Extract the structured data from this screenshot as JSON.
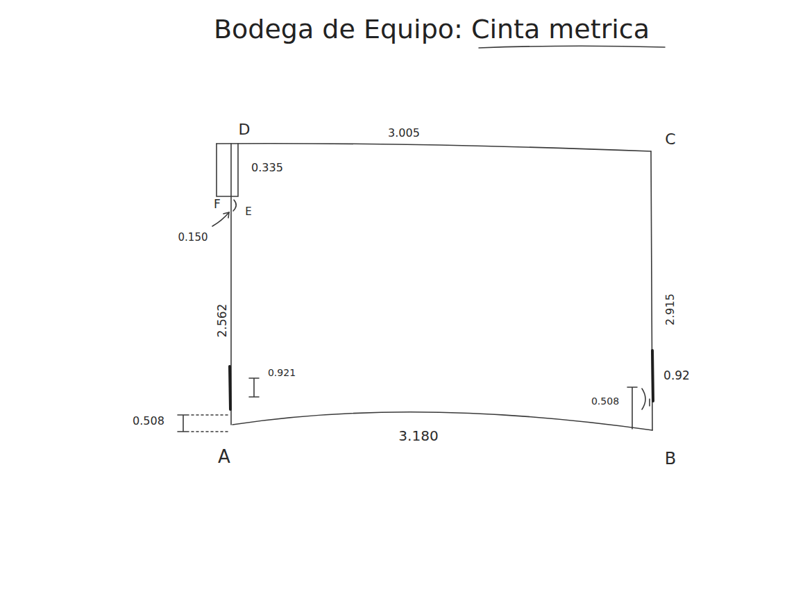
{
  "diagram": {
    "title": "Bodega de Equipo: Cinta metrica",
    "labels": [
      "D",
      "3.005",
      "C",
      "0.335",
      "F",
      "E",
      "0.150",
      "2.562",
      "0.921",
      "0.508",
      "A",
      "3.180",
      "B",
      "2.915",
      "0.92",
      "0.508"
    ]
  }
}
